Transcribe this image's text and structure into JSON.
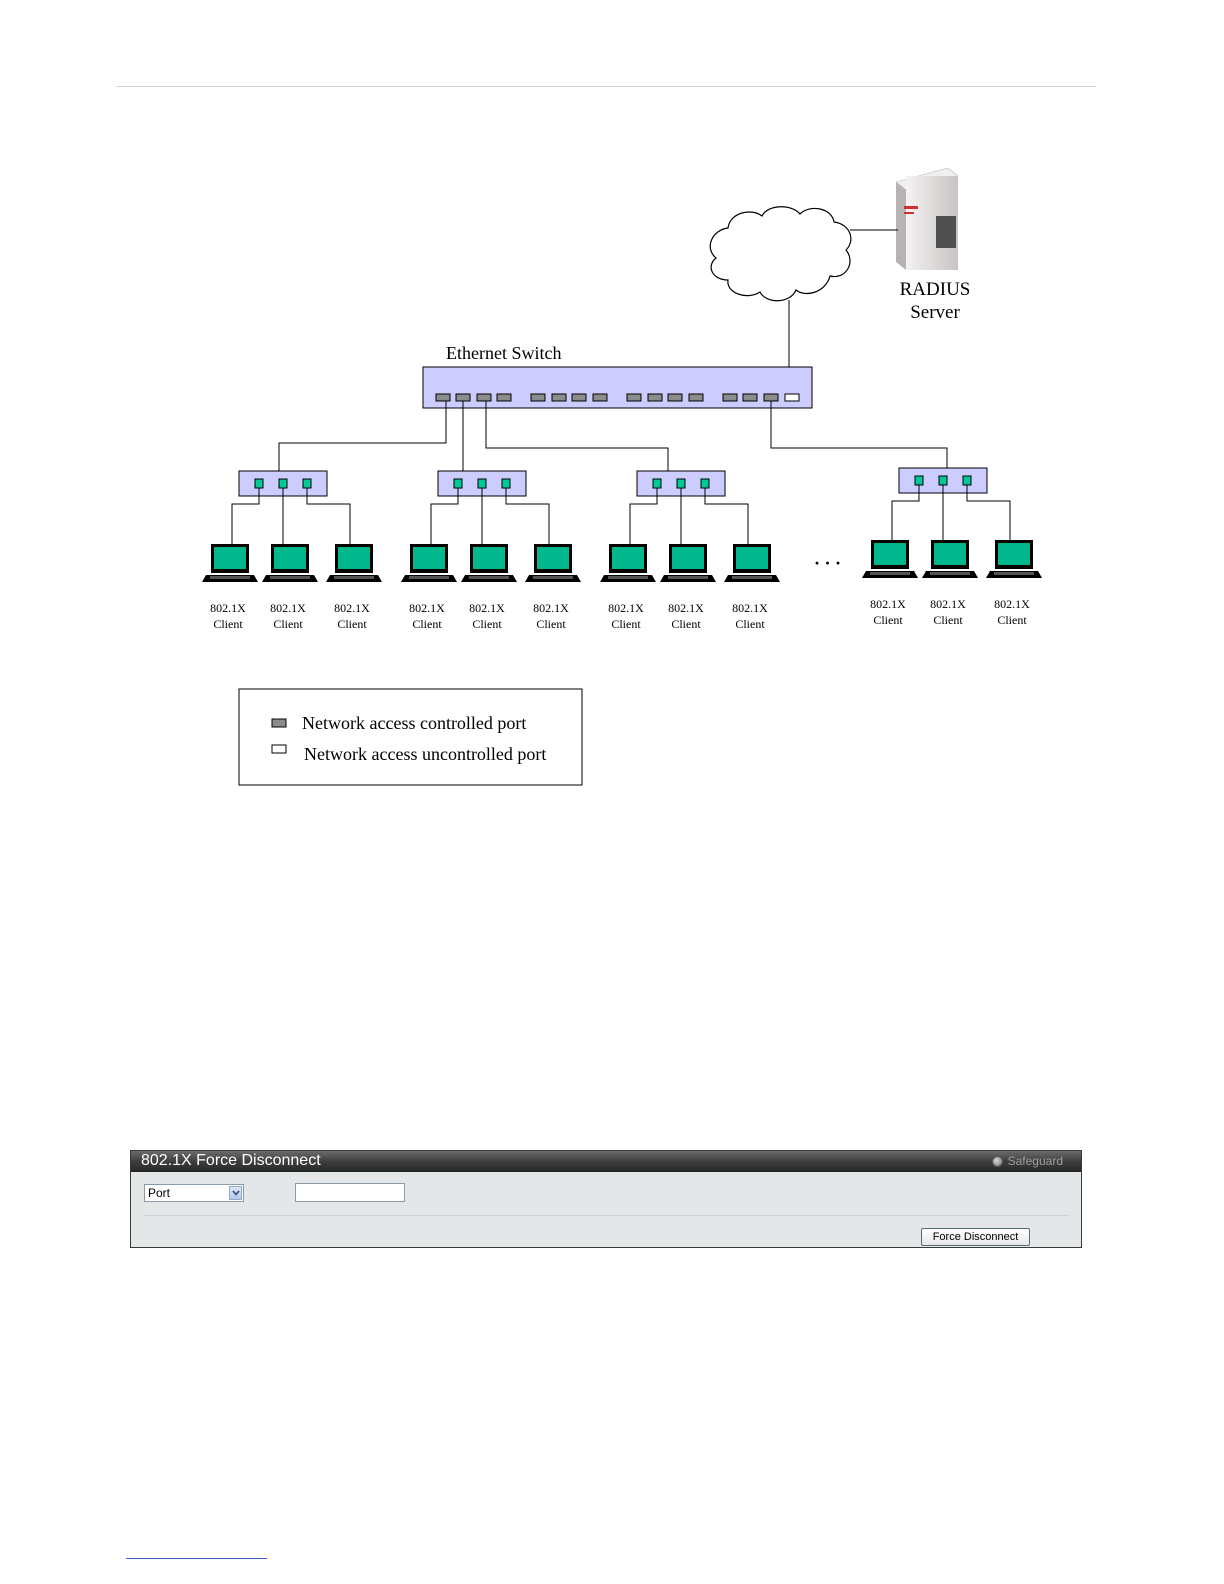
{
  "diagram": {
    "server_label_line1": "RADIUS",
    "server_label_line2": "Server",
    "switch_label": "Ethernet Switch",
    "client_label_line1": "802.1X",
    "client_label_line2": "Client",
    "ellipsis": "· · ·",
    "legend": {
      "controlled": "Network access controlled port",
      "uncontrolled": "Network access uncontrolled port"
    },
    "colors": {
      "switch_fill": "#ccccff",
      "port_controlled": "#8c8c8c",
      "port_client": "#00c896",
      "screen": "#00b88c"
    }
  },
  "panel": {
    "title": "802.1X Force Disconnect",
    "safeguard": "Safeguard",
    "select_value": "Port",
    "input_value": "",
    "button_label": "Force Disconnect"
  }
}
